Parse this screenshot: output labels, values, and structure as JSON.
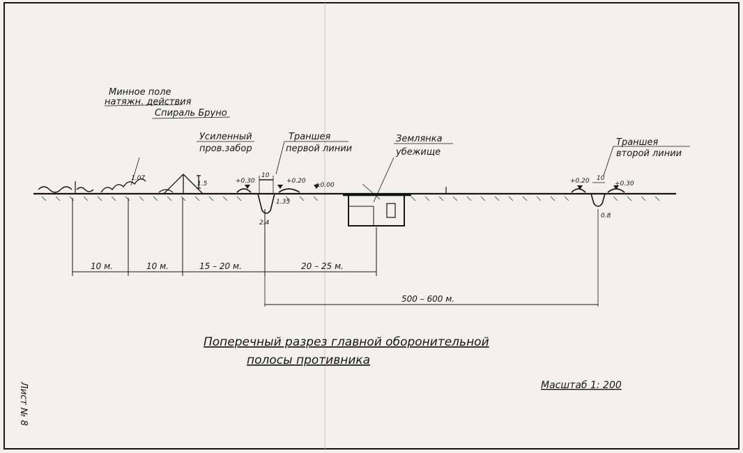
{
  "labels": {
    "minefield_line1": "Минное поле",
    "minefield_line2": "натяжн. действия",
    "spiral": "Спираль Бруно",
    "fence_line1": "Усиленный",
    "fence_line2": "пров.забор",
    "trench1_line1": "Траншея",
    "trench1_line2": "первой линии",
    "dugout_line1": "Землянка",
    "dugout_line2": "убежище",
    "trench2_line1": "Траншея",
    "trench2_line2": "второй линии"
  },
  "elevations": {
    "e_1_07": "1.07",
    "e_1_5": "1.5",
    "e_p030_a": "+0.30",
    "e_10_a": "10",
    "e_p020_a": "+0.20",
    "e_p000": "±0.00",
    "e_1_35": "1.35",
    "e_24": "2.4",
    "e_p020_b": "+0.20",
    "e_10_b": "10",
    "e_p030_b": "+0.30",
    "e_0_8": "0.8"
  },
  "dimensions": {
    "d1": "10 м.",
    "d2": "10 м.",
    "d3": "15 – 20 м.",
    "d4": "20 – 25 м.",
    "d5": "500 – 600 м."
  },
  "title": {
    "line1": "Поперечный разрез главной оборонительной",
    "line2": "полосы противника"
  },
  "scale": "Масштаб 1: 200",
  "sheet_number": "Лист № 8"
}
